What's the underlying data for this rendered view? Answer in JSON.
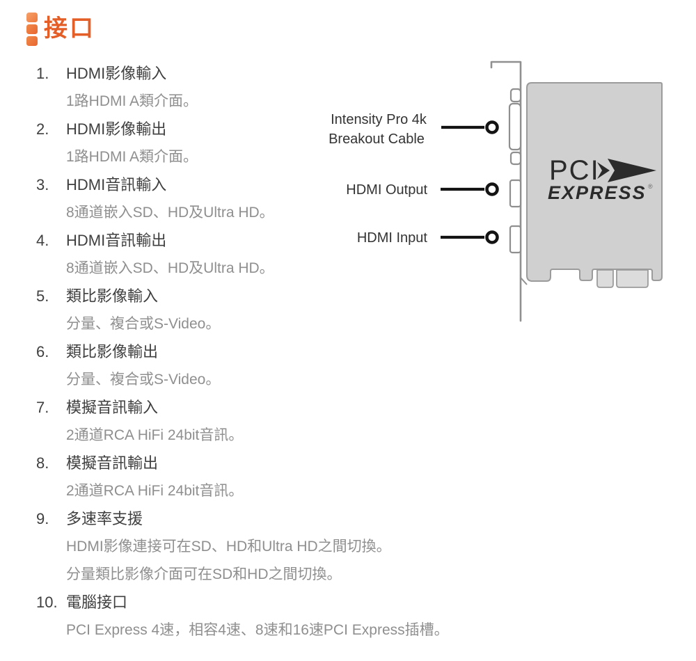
{
  "header": {
    "title": "接口",
    "accent_color": "#e45f28",
    "icon_square_colors": [
      "#f5a06a",
      "#ee7a3c",
      "#e9662f"
    ]
  },
  "list": {
    "items": [
      {
        "num": "1.",
        "title": "HDMI影像輸入",
        "lines": [
          "1路HDMI A類介面。"
        ]
      },
      {
        "num": "2.",
        "title": "HDMI影像輸出",
        "lines": [
          "1路HDMI A類介面。"
        ]
      },
      {
        "num": "3.",
        "title": "HDMI音訊輸入",
        "lines": [
          "8通道嵌入SD、HD及Ultra HD。"
        ]
      },
      {
        "num": "4.",
        "title": "HDMI音訊輸出",
        "lines": [
          "8通道嵌入SD、HD及Ultra HD。"
        ]
      },
      {
        "num": "5.",
        "title": "類比影像輸入",
        "lines": [
          "分量、複合或S-Video。"
        ]
      },
      {
        "num": "6.",
        "title": "類比影像輸出",
        "lines": [
          "分量、複合或S-Video。"
        ]
      },
      {
        "num": "7.",
        "title": "模擬音訊輸入",
        "lines": [
          "2通道RCA HiFi 24bit音訊。"
        ]
      },
      {
        "num": "8.",
        "title": "模擬音訊輸出",
        "lines": [
          "2通道RCA HiFi 24bit音訊。"
        ]
      },
      {
        "num": "9.",
        "title": "多速率支援",
        "lines": [
          "HDMI影像連接可在SD、HD和Ultra HD之間切換。",
          "分量類比影像介面可在SD和HD之間切換。"
        ]
      },
      {
        "num": "10.",
        "title": "電腦接口",
        "lines": [
          "PCI Express 4速，相容4速、8速和16速PCI Express插槽。"
        ]
      }
    ],
    "title_color": "#3f3f3f",
    "subtext_color": "#8f8f8f"
  },
  "diagram": {
    "labels": {
      "breakout_line1": "Intensity Pro 4k",
      "breakout_line2": "Breakout Cable",
      "hdmi_output": "HDMI Output",
      "hdmi_input": "HDMI Input"
    },
    "logo": {
      "line1": "PCI",
      "line2": "EXPRESS",
      "mark": "®"
    },
    "colors": {
      "card_fill": "#d0d0d0",
      "card_stroke": "#9b9b9b",
      "edge_connector_fill": "#dcdcdc",
      "bracket_stroke": "#909090",
      "leader_line": "#141414",
      "label_text": "#333333",
      "logo_text": "#2b2b2b"
    }
  }
}
